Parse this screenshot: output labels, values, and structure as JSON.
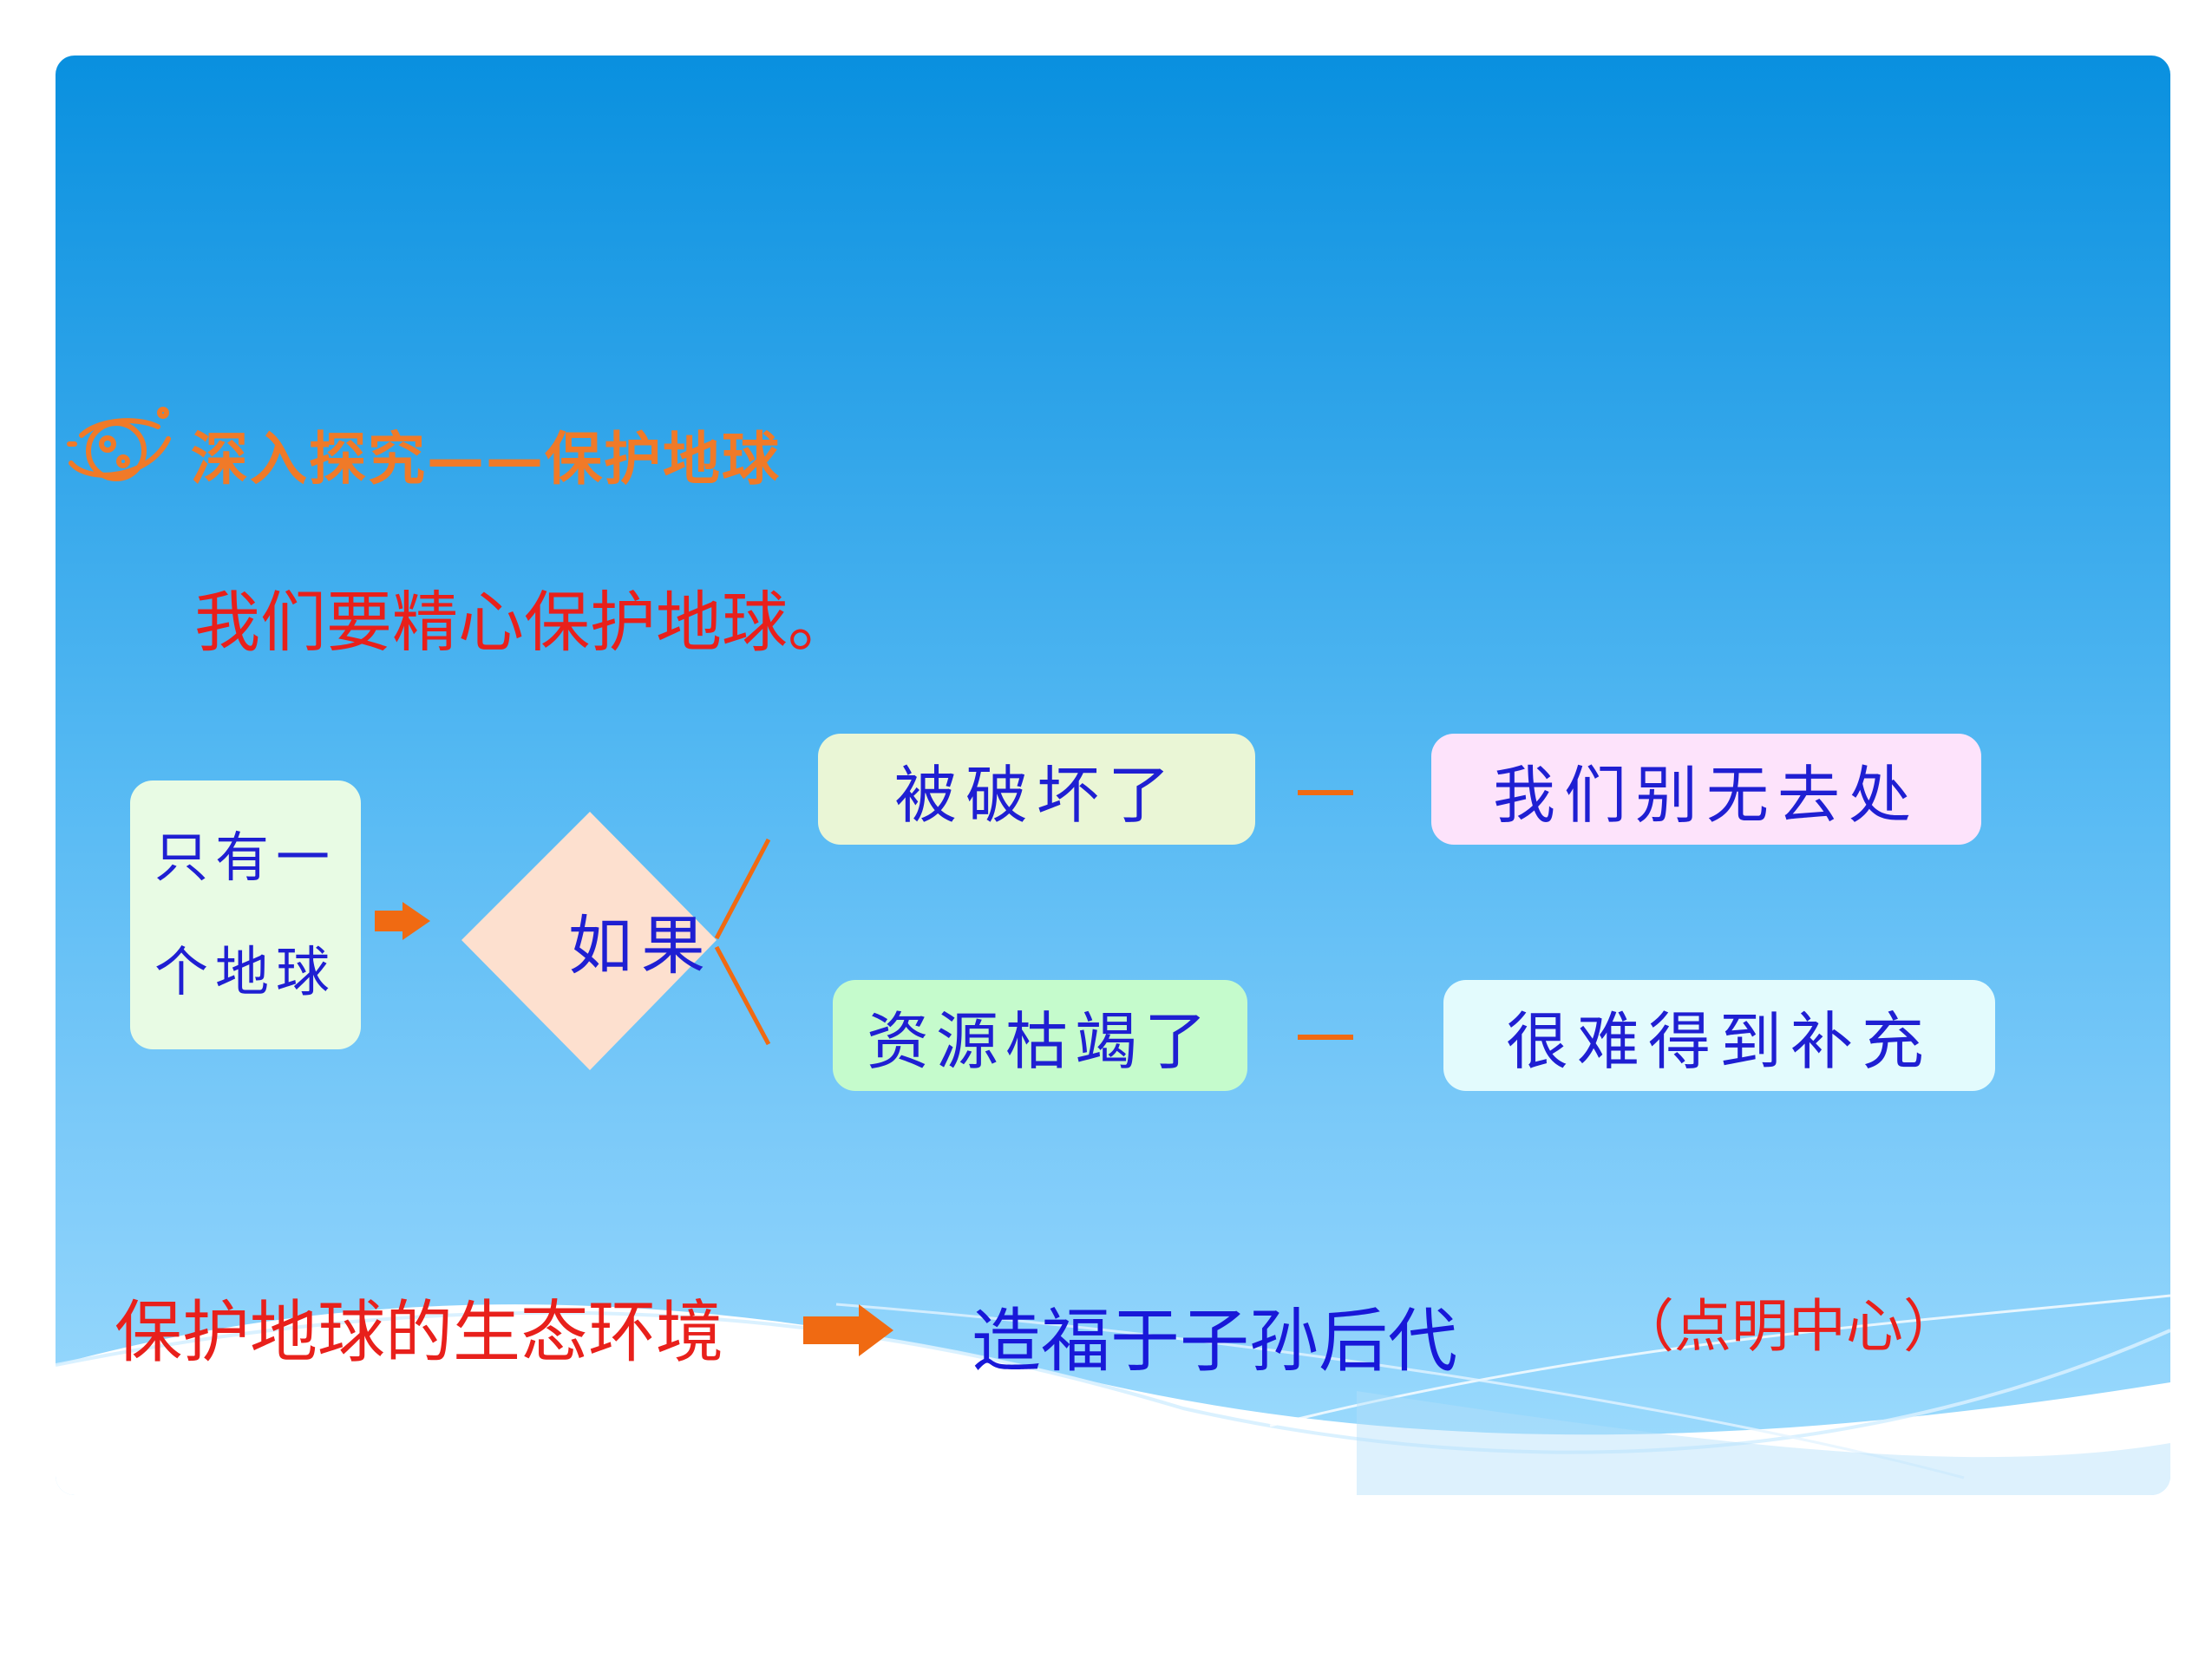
{
  "section_heading": "深入探究——保护地球",
  "main_sentence": "我们要精心保护地球。",
  "diagram": {
    "start_lines": [
      "只有一",
      "个地球"
    ],
    "condition": "如果",
    "branches": [
      {
        "cause": "被破坏了",
        "result": "我们别无去处"
      },
      {
        "cause": "资源枯竭了",
        "result": "很难得到补充"
      }
    ]
  },
  "conclusion": {
    "left": "保护地球的生态环境",
    "right": "造福于子孙后代",
    "note": "（点明中心）"
  },
  "icons": [
    "planet-icon",
    "arrow-right-icon"
  ],
  "colors": {
    "heading": "#f07a28",
    "emphasis_red": "#e8201b",
    "diagram_text_blue": "#1f1fd2",
    "connector_orange": "#f06a12",
    "box_start": "#e8fbe4",
    "box_cause_1": "#eaf6d6",
    "box_result_1": "#fde3fb",
    "box_cause_2": "#c5fbcc",
    "box_result_2": "#e3fbfd",
    "diamond": "#fde0cf"
  }
}
